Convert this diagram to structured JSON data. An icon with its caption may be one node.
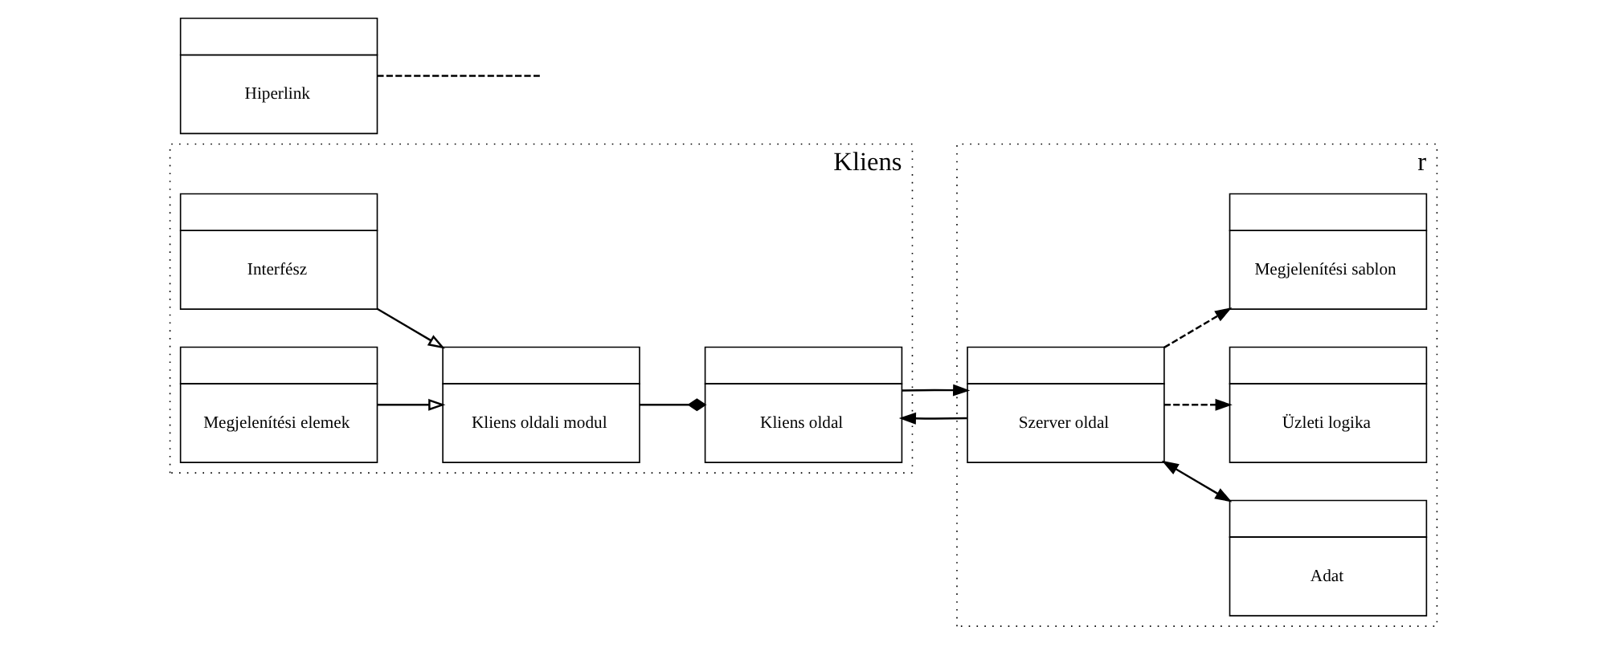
{
  "diagram": {
    "nodes": [
      {
        "text": [
          "Kliens"
        ]
      },
      {
        "text": [
          "Kliens oldali modul"
        ],
        "in": 0
      },
      {
        "text": [
          "Kliens oldal"
        ],
        "in": 0
      },
      {
        "text": [
          "Interfész"
        ],
        "in": 0
      },
      {
        "text": [
          "Megjelenítési elemek"
        ],
        "in": 0
      },
      {
        "text": [
          "Hiperlink"
        ]
      },
      {
        "text": [
          "r"
        ]
      },
      {
        "text": [
          "Szerver oldal"
        ],
        "in": 6
      },
      {
        "text": [
          "Adat"
        ],
        "in": 6
      },
      {
        "text": [
          "Üzleti logika"
        ],
        "in": 6
      },
      {
        "text": [
          "Megjelenítési sablon"
        ],
        "in": 6
      }
    ],
    "edges": [
      {
        "from": 1,
        "to": 2,
        "arrow": "other"
      },
      {
        "from": 3,
        "to": 1,
        "arrow": "to"
      },
      {
        "from": 4,
        "to": 1,
        "arrow": "to"
      },
      {
        "from": 7,
        "to": 2,
        "arrow": "to"
      },
      {
        "from": 2,
        "to": 7,
        "arrow": "to"
      },
      {
        "from": 5,
        "to": null,
        "arrow": "none",
        "style": "dashed"
      },
      {
        "from": 7,
        "to": 8,
        "arrow": "both"
      },
      {
        "from": 7,
        "to": 9,
        "arrow": "to",
        "style": "dashed"
      },
      {
        "from": 7,
        "to": 10,
        "arrow": "to",
        "style": "dashed"
      }
    ]
  }
}
